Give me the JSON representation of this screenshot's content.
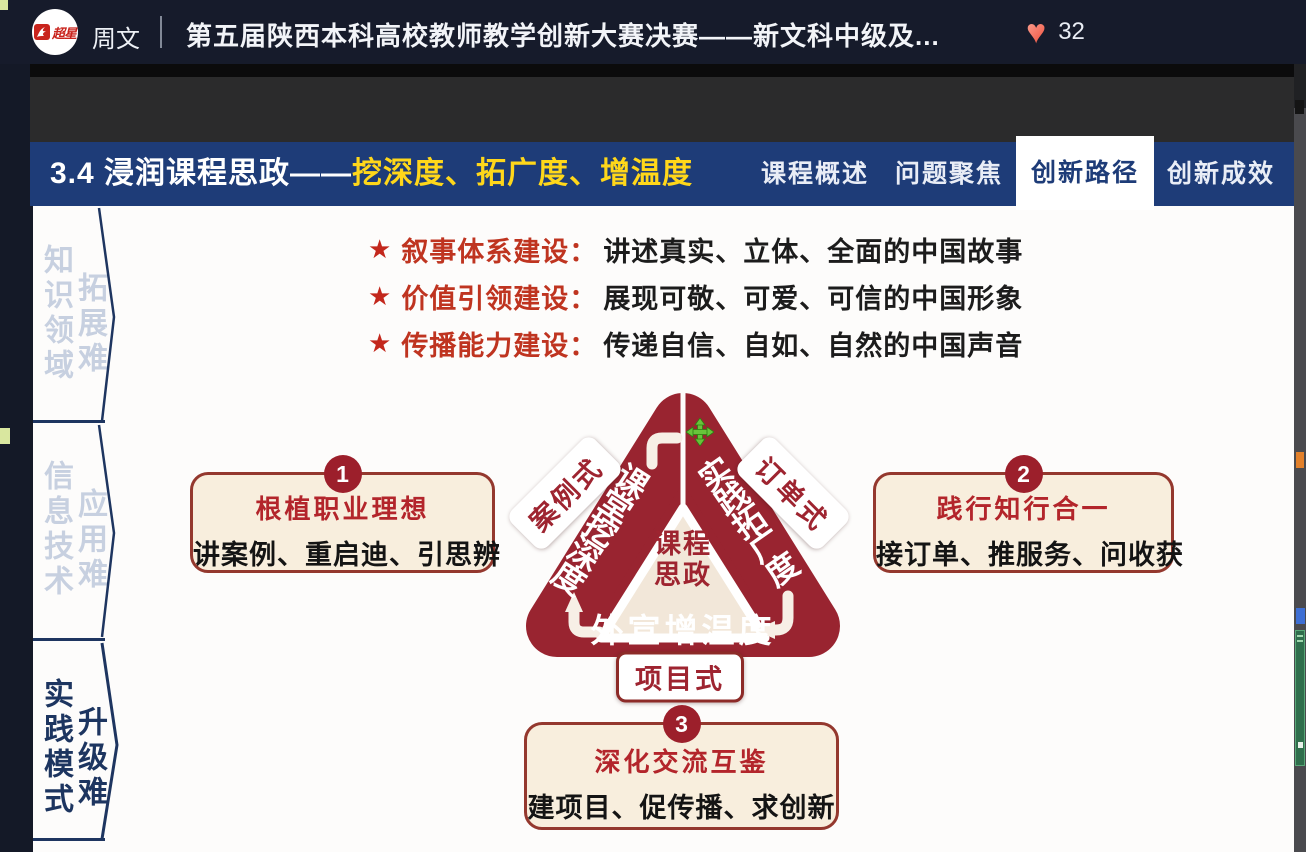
{
  "top_bar": {
    "logo": "超星",
    "username": "周文",
    "stream_title": "第五届陕西本科高校教师教学创新大赛决赛——新文科中级及...",
    "heart_glyph": "♥",
    "likes": "32"
  },
  "header": {
    "title_white": "3.4 浸润课程思政——",
    "title_yellow": "挖深度、拓广度、增温度",
    "tabs": [
      {
        "label": "课程概述",
        "active": false
      },
      {
        "label": "问题聚焦",
        "active": false
      },
      {
        "label": "创新路径",
        "active": true
      },
      {
        "label": "创新成效",
        "active": false
      }
    ]
  },
  "sidebar": {
    "sections": [
      {
        "main": "知识领域",
        "sub": "拓展难",
        "active": false
      },
      {
        "main": "信息技术",
        "sub": "应用难",
        "active": false
      },
      {
        "main": "实践模式",
        "sub": "升级难",
        "active": true
      }
    ]
  },
  "bullets": {
    "star": "★",
    "items": [
      {
        "label": "叙事体系建设：",
        "text": "讲述真实、立体、全面的中国故事"
      },
      {
        "label": "价值引领建设：",
        "text": "展现可敬、可爱、可信的中国形象"
      },
      {
        "label": "传播能力建设：",
        "text": "传递自信、自如、自然的中国声音"
      }
    ]
  },
  "diagram": {
    "center_top": "课程",
    "center_bottom": "思政",
    "edge_left": "课堂挖深度",
    "edge_right": "实践拓广度",
    "edge_bottom": "外宣增温度",
    "badge_left": "案例式",
    "badge_right": "订单式",
    "badge_bottom": "项目式"
  },
  "callouts": [
    {
      "num": "1",
      "title": "根植职业理想",
      "text": "讲案例、重启迪、引思辨"
    },
    {
      "num": "2",
      "title": "践行知行合一",
      "text": "接订单、推服务、问收获"
    },
    {
      "num": "3",
      "title": "深化交流互鉴",
      "text": "建项目、促传播、求创新"
    }
  ],
  "colors": {
    "topbar_bg": "#161b2b",
    "heart": "#f2604e",
    "header_bg": "#1e3c78",
    "header_yellow": "#ffd71a",
    "triangle_red": "#992430",
    "inner_cream": "#f2e7d9",
    "callout_bg": "#f8eedd",
    "callout_border": "#94382e",
    "accent_red": "#b3252b",
    "sidebar_navy": "#1d3560"
  }
}
